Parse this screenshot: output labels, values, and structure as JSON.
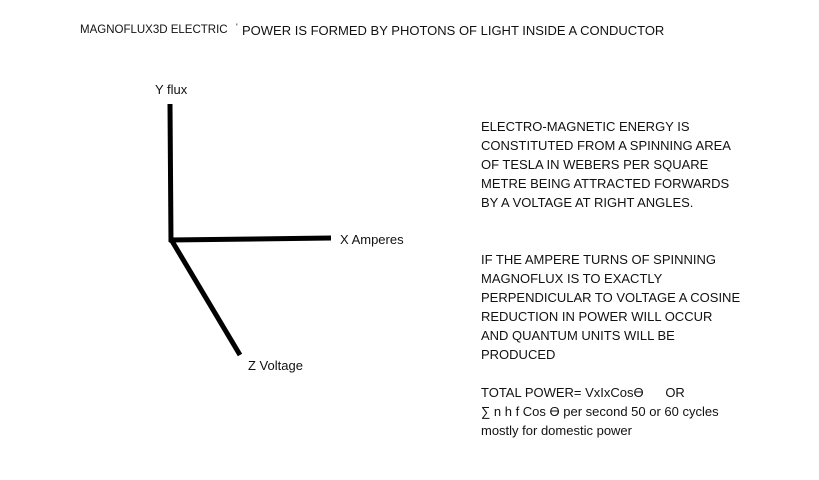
{
  "title": {
    "left": "MAGNOFLUX3D ELECTRIC",
    "mark": "'",
    "right": "POWER IS FORMED BY PHOTONS OF LIGHT INSIDE A CONDUCTOR"
  },
  "axes": {
    "y_label": "Y flux",
    "x_label": "X  Amperes",
    "z_label": "Z Voltage"
  },
  "text_block": {
    "para1": [
      "ELECTRO-MAGNETIC ENERGY IS",
      "CONSTITUTED FROM A SPINNING AREA",
      "OF TESLA IN WEBERS PER SQUARE",
      "METRE BEING ATTRACTED FORWARDS",
      "BY A VOLTAGE AT RIGHT ANGLES."
    ],
    "para2": [
      "IF THE AMPERE TURNS OF SPINNING",
      "MAGNOFLUX IS TO EXACTLY",
      "PERPENDICULAR TO VOLTAGE A COSINE",
      "REDUCTION IN POWER WILL OCCUR",
      "AND QUANTUM UNITS WILL BE",
      "PRODUCED"
    ],
    "para3": [
      "TOTAL POWER= VxIxCosϴ      OR",
      "∑ n h f Cos ϴ per second 50 or 60 cycles",
      "mostly for domestic power"
    ]
  }
}
